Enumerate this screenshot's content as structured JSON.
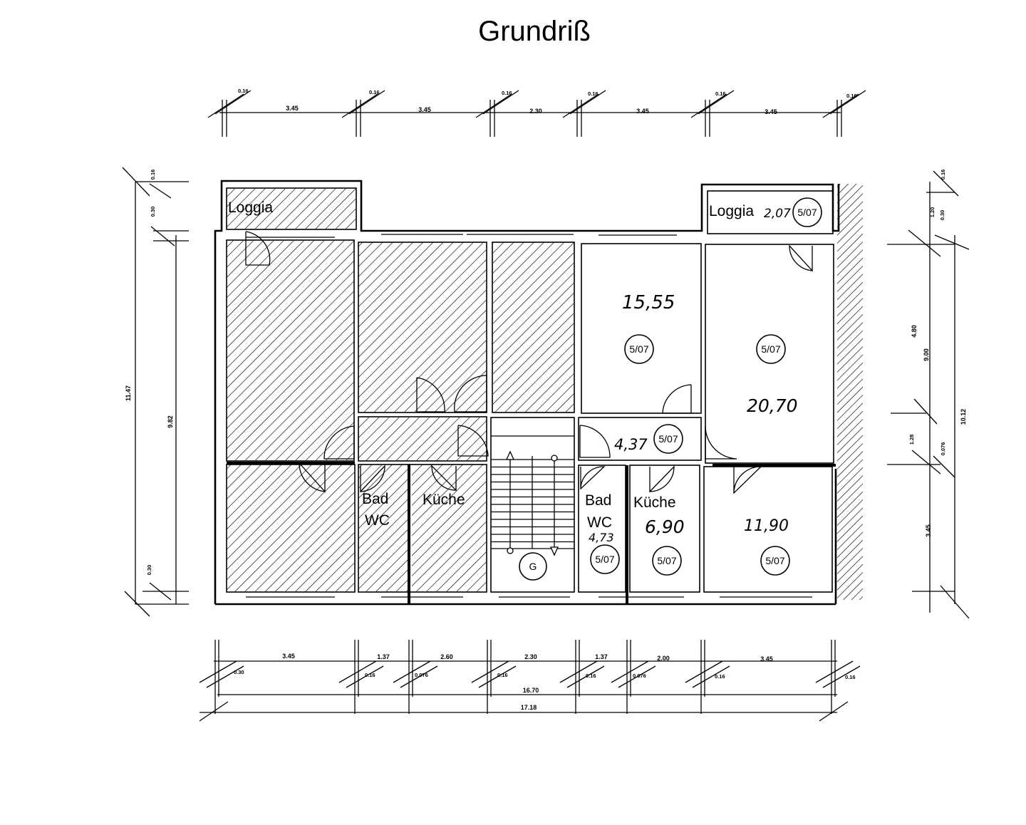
{
  "title": "Grundriß",
  "rooms": {
    "loggia_left": "Loggia",
    "loggia_right": "Loggia",
    "bad_left": "Bad",
    "wc_left": "WC",
    "kueche_left": "Küche",
    "bad_right": "Bad",
    "wc_right": "WC",
    "kueche_right": "Küche"
  },
  "areas": {
    "loggia_right": "2,07",
    "room_top_middle": "15,55",
    "room_top_right": "20,70",
    "hall": "4,37",
    "bath": "4,73",
    "kitchen": "6,90",
    "room_bottom_right": "11,90"
  },
  "tag": "5/07",
  "stair_label": "G",
  "dims": {
    "top": [
      "3.45",
      "3.45",
      "2.30",
      "3.45",
      "3.45"
    ],
    "top_wall": "0.16",
    "bottom": [
      "3.45",
      "1.37",
      "2.60",
      "2.30",
      "1.37",
      "2.00",
      "3.45"
    ],
    "bottom_walls": [
      "0.30",
      "0.16",
      "0.076",
      "0.16",
      "0.16",
      "0.076",
      "0.16",
      "0.16"
    ],
    "bottom_inner": "16.70",
    "bottom_total": "17.18",
    "left_total": "11.47",
    "left_inner": "9.82",
    "left_walls": [
      "0.16",
      "0.30",
      "0.30"
    ],
    "right": [
      "1.20",
      "4.80",
      "1.28",
      "3.45"
    ],
    "right_inner": "9.00",
    "right_total": "10.12",
    "right_walls": [
      "0.16",
      "0.30",
      "0.076"
    ]
  }
}
